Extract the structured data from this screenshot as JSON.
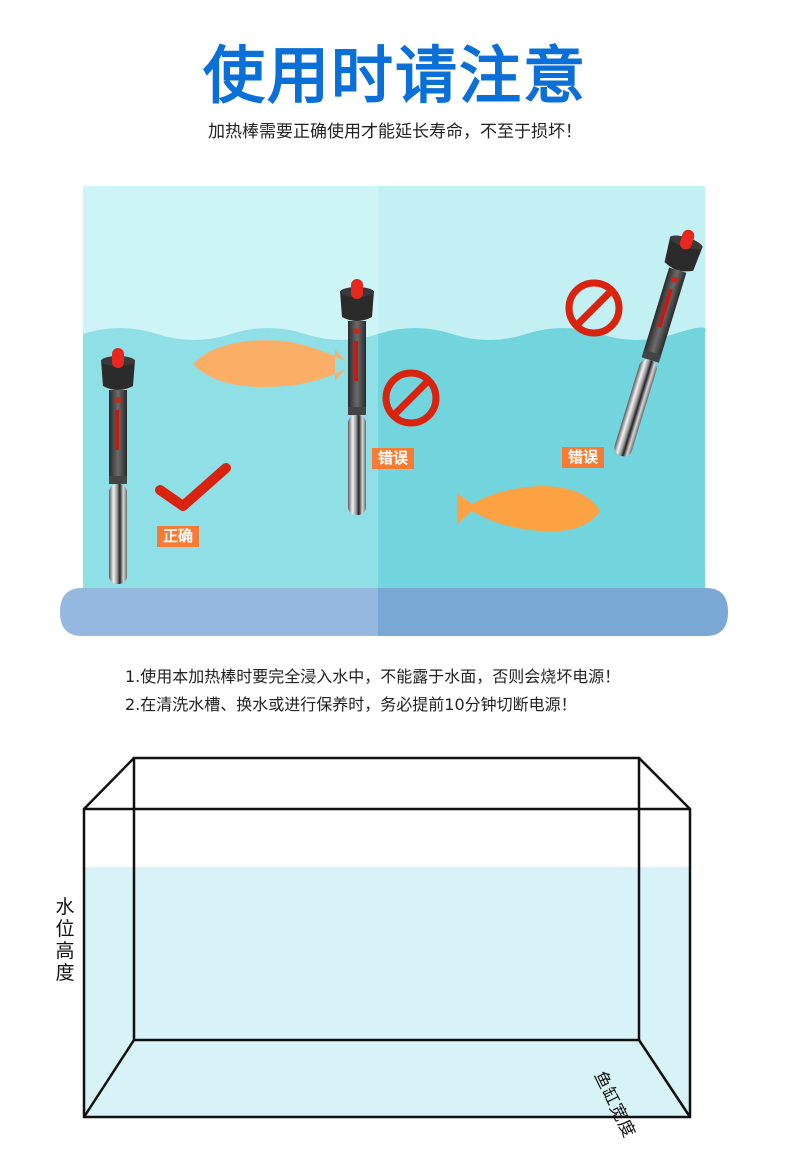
{
  "header": {
    "title": "使用时请注意",
    "subtitle": "加热棒需要正确使用才能延长寿命，不至于损坏！"
  },
  "scene": {
    "panels": [
      {
        "id": "left",
        "label": "正确",
        "status": "correct",
        "icon": "check-icon",
        "description": "heater fully submerged"
      },
      {
        "id": "middle",
        "label": "错误",
        "status": "wrong",
        "icon": "prohibited-icon",
        "description": "heater top above water"
      },
      {
        "id": "right",
        "label": "错误",
        "status": "wrong",
        "icon": "prohibited-icon",
        "description": "heater tilted, partially above water"
      }
    ],
    "colors": {
      "title_blue": "#0a6fd6",
      "air_light": "#cdf4f6",
      "water_left": "#8fdfe6",
      "water_right": "#72d5de",
      "base_left": "#95b9de",
      "base_right": "#79a8d4",
      "fish": "#fbaf66",
      "badge": "#f77b33",
      "mark_red": "#d9230f",
      "tank_water": "#d8f3f7"
    }
  },
  "notes": {
    "line1": "1.使用本加热棒时要完全浸入水中，不能露于水面，否则会烧坏电源！",
    "line2": "2.在清洗水槽、换水或进行保养时，务必提前10分钟切断电源！"
  },
  "tank": {
    "height_label": "水位高度",
    "width_label": "鱼缸宽度"
  }
}
